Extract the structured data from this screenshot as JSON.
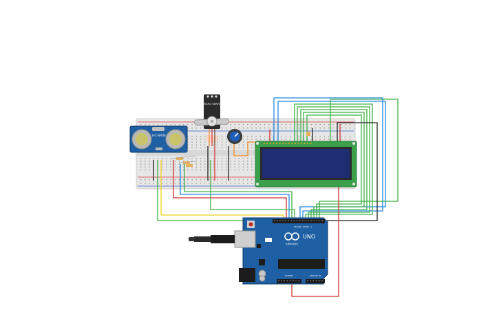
{
  "board": {
    "label_uno": "UNO",
    "label_brand": "ARDUINO",
    "label_digital": "DIGITAL (PWM ~)",
    "label_power": "POWER",
    "label_analog": "ANALOG IN"
  },
  "sensor": {
    "label": "HC-SR04"
  },
  "servo": {
    "label": "MICRO SERVO"
  },
  "colors": {
    "wire_green": "#3cb043",
    "wire_blue": "#1e88e5",
    "wire_red": "#d32f2f",
    "wire_yellow": "#f2d21b",
    "wire_black": "#222222",
    "wire_orange": "#f28c28",
    "board_blue": "#1f5fa3",
    "lcd_green": "#3aa14a",
    "lcd_screen": "#1f2e73",
    "breadboard": "#e6e6e6"
  }
}
